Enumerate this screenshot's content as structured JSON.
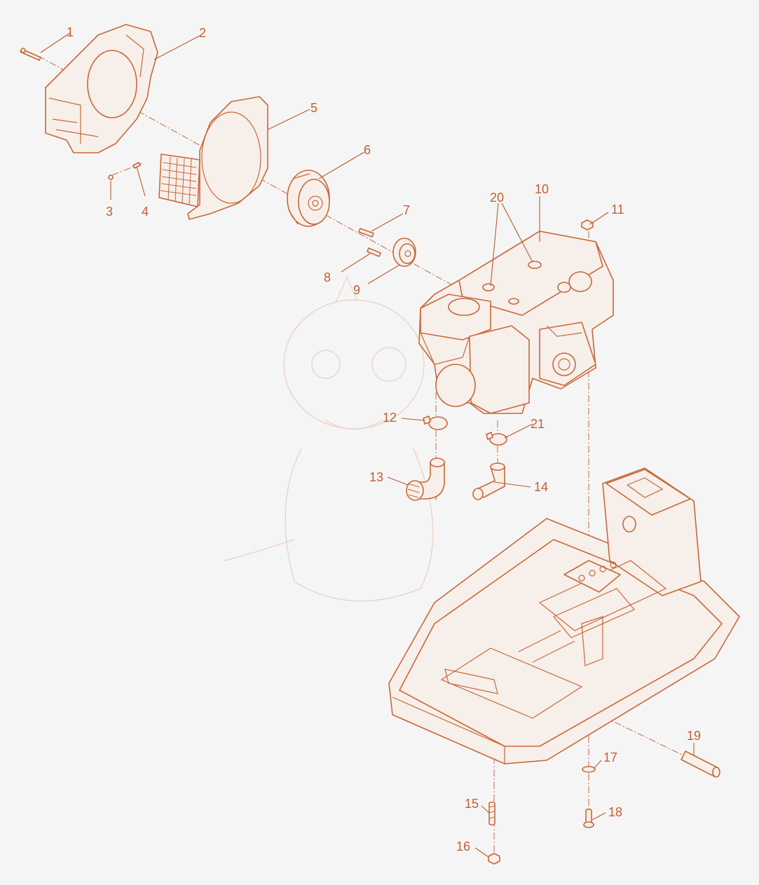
{
  "callouts": [
    {
      "id": "c1",
      "label": "1"
    },
    {
      "id": "c2",
      "label": "2"
    },
    {
      "id": "c3",
      "label": "3"
    },
    {
      "id": "c4",
      "label": "4"
    },
    {
      "id": "c5",
      "label": "5"
    },
    {
      "id": "c6",
      "label": "6"
    },
    {
      "id": "c7",
      "label": "7"
    },
    {
      "id": "c8",
      "label": "8"
    },
    {
      "id": "c9",
      "label": "9"
    },
    {
      "id": "c10",
      "label": "10"
    },
    {
      "id": "c11",
      "label": "11"
    },
    {
      "id": "c12",
      "label": "12"
    },
    {
      "id": "c13",
      "label": "13"
    },
    {
      "id": "c14",
      "label": "14"
    },
    {
      "id": "c15",
      "label": "15"
    },
    {
      "id": "c16",
      "label": "16"
    },
    {
      "id": "c17",
      "label": "17"
    },
    {
      "id": "c18",
      "label": "18"
    },
    {
      "id": "c19",
      "label": "19"
    },
    {
      "id": "c20",
      "label": "20"
    },
    {
      "id": "c21",
      "label": "21"
    }
  ],
  "colors": {
    "line": "#c8683b",
    "text": "#c25f33",
    "background": "#f6f5f5",
    "watermark": "#ead6c8"
  }
}
